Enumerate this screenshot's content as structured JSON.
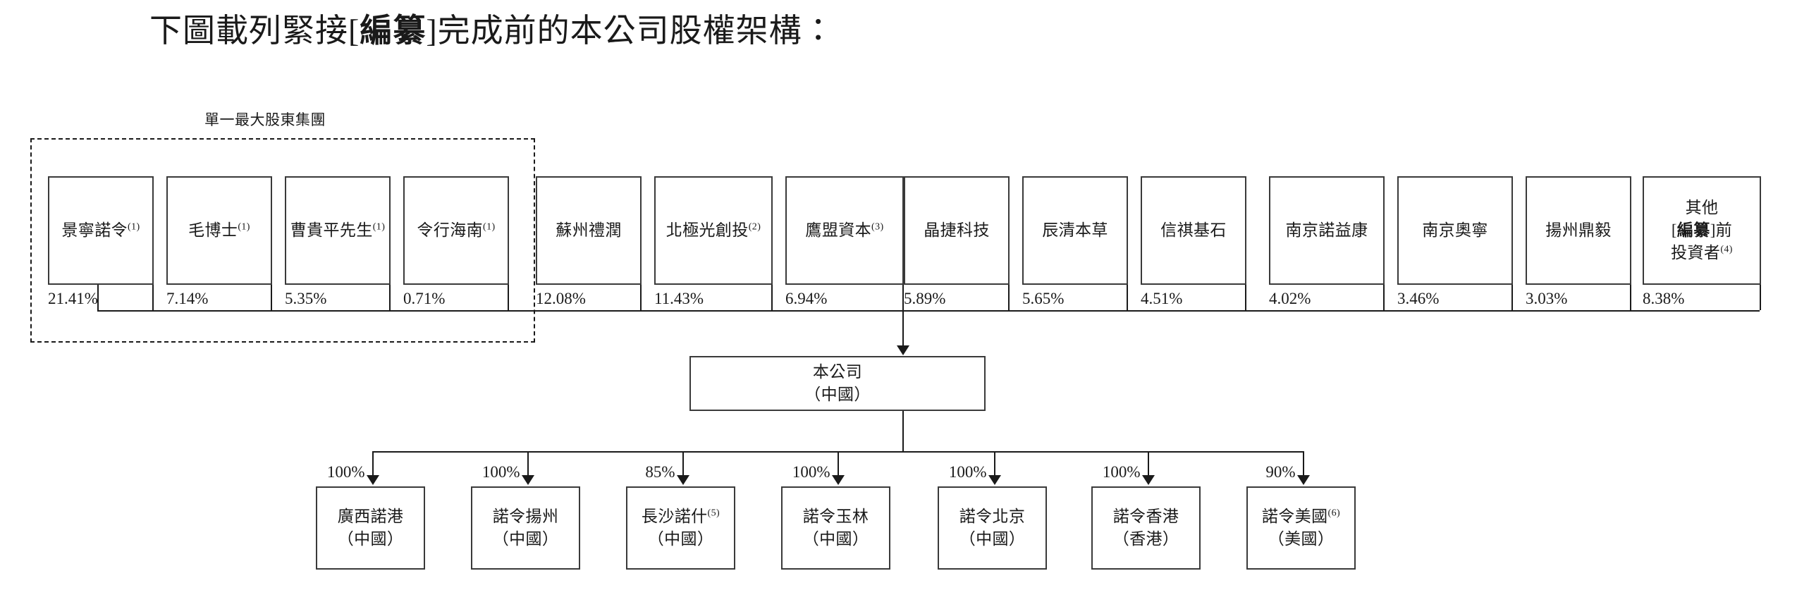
{
  "title": {
    "prefix": "下圖載列緊接[",
    "bold": "編纂",
    "suffix": "]完成前的本公司股權架構："
  },
  "shareholder_group": {
    "label": "單一最大股東集團",
    "member_count": 4
  },
  "shareholders": [
    {
      "name": "景寧諾令",
      "note": "(1)",
      "percent": "21.41%",
      "in_group": true
    },
    {
      "name": "毛博士",
      "note": "(1)",
      "percent": "7.14%",
      "in_group": true
    },
    {
      "name": "曹貴平先生",
      "note": "(1)",
      "percent": "5.35%",
      "in_group": true
    },
    {
      "name": "令行海南",
      "note": "(1)",
      "percent": "0.71%",
      "in_group": true
    },
    {
      "name": "蘇州禮潤",
      "note": "",
      "percent": "12.08%",
      "in_group": false
    },
    {
      "name": "北極光創投",
      "note": "(2)",
      "percent": "11.43%",
      "in_group": false
    },
    {
      "name": "鷹盟資本",
      "note": "(3)",
      "percent": "6.94%",
      "in_group": false
    },
    {
      "name": "晶捷科技",
      "note": "",
      "percent": "5.89%",
      "in_group": false
    },
    {
      "name": "辰清本草",
      "note": "",
      "percent": "5.65%",
      "in_group": false
    },
    {
      "name": "信祺基石",
      "note": "",
      "percent": "4.51%",
      "in_group": false
    },
    {
      "name": "南京諾益康",
      "note": "",
      "percent": "4.02%",
      "in_group": false
    },
    {
      "name": "南京奧寧",
      "note": "",
      "percent": "3.46%",
      "in_group": false
    },
    {
      "name": "揚州鼎毅",
      "note": "",
      "percent": "3.03%",
      "in_group": false
    },
    {
      "name": "其他[編纂]前投資者",
      "note": "(4)",
      "percent": "8.38%",
      "in_group": false,
      "lines": [
        "其他",
        "[編纂]前",
        "投資者(4)"
      ],
      "multiline": true
    }
  ],
  "company": {
    "name": "本公司",
    "jurisdiction": "（中國）"
  },
  "subsidiaries": [
    {
      "name": "廣西諾港",
      "note": "",
      "jurisdiction": "（中國）",
      "percent": "100%"
    },
    {
      "name": "諾令揚州",
      "note": "",
      "jurisdiction": "（中國）",
      "percent": "100%"
    },
    {
      "name": "長沙諾什",
      "note": "(5)",
      "jurisdiction": "（中國）",
      "percent": "85%"
    },
    {
      "name": "諾令玉林",
      "note": "",
      "jurisdiction": "（中國）",
      "percent": "100%"
    },
    {
      "name": "諾令北京",
      "note": "",
      "jurisdiction": "（中國）",
      "percent": "100%"
    },
    {
      "name": "諾令香港",
      "note": "",
      "jurisdiction": "（香港）",
      "percent": "100%"
    },
    {
      "name": "諾令美國",
      "note": "(6)",
      "jurisdiction": "（美國）",
      "percent": "90%"
    }
  ],
  "colors": {
    "line": "#1a1a1a",
    "box_border": "#3a3a3a",
    "text": "#1a1a1a",
    "background": "#ffffff"
  }
}
